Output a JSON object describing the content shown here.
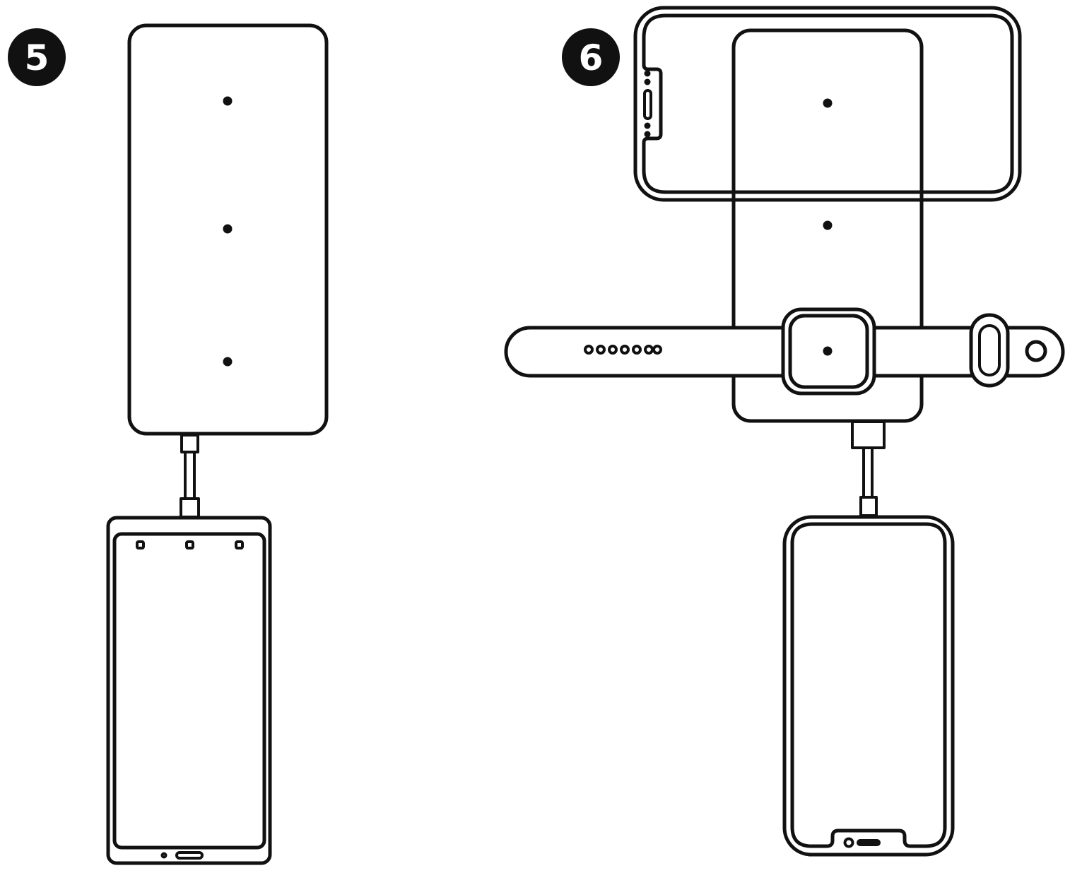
{
  "steps": [
    {
      "number": "5"
    },
    {
      "number": "6"
    }
  ],
  "colors": {
    "line": "#111111",
    "background": "#ffffff",
    "badge": "#111111",
    "badge_text": "#ffffff"
  },
  "illustrations": {
    "step5": {
      "device_top": "power-bank",
      "connector": "charging-cable",
      "device_bottom": "smartphone"
    },
    "step6": {
      "base": "wireless-charging-pad",
      "on_pad_top": "smartphone",
      "on_pad_middle": "smartwatch",
      "connector": "charging-cable",
      "device_bottom": "smartphone"
    }
  }
}
